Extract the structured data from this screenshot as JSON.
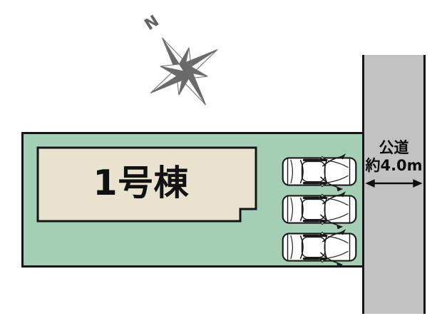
{
  "scene": {
    "background_color": "#ffffff",
    "type": "site-plan"
  },
  "compass": {
    "north_label": "N",
    "color": "#6a6a6a"
  },
  "plot": {
    "fill_color": "#a5cfb5",
    "border_color": "#141414"
  },
  "building": {
    "label": "1号棟",
    "fill_color": "#e9e2cf",
    "border_color": "#141414"
  },
  "parking": {
    "car_count": 3,
    "car_body_color": "#ffffff",
    "car_line_color": "#1a1a1a"
  },
  "road": {
    "name": "公道",
    "width_label": "約4.0m",
    "fill_color": "#c2c2c2",
    "border_color": "#151515",
    "arrow_color": "#0d0d0d"
  }
}
